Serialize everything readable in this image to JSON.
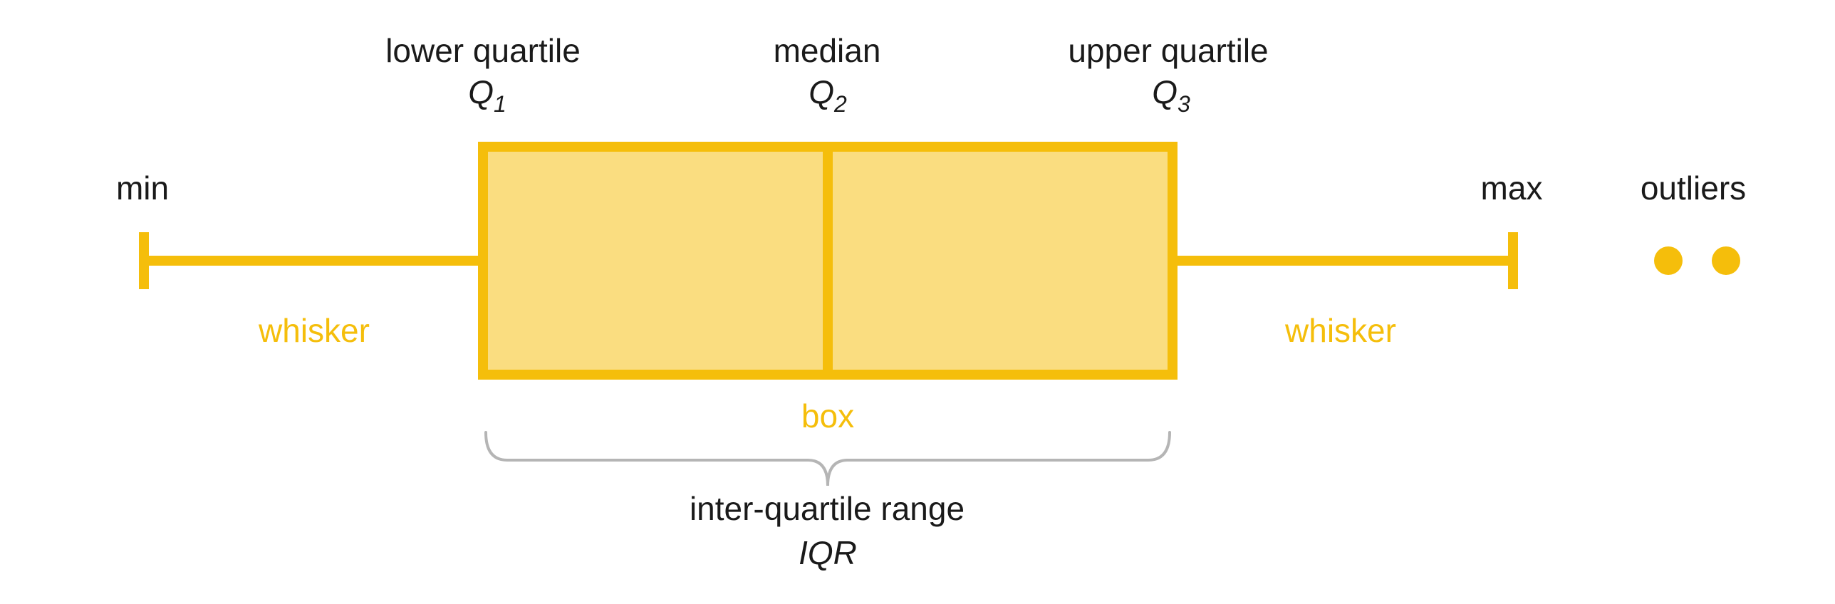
{
  "colors": {
    "accent": "#F5BE0B",
    "box_fill": "#FADD80",
    "text": "#1A1A1A",
    "brace": "#B5B5B5"
  },
  "labels": {
    "lower_quartile": "lower quartile",
    "lower_quartile_symbol": "Q",
    "lower_quartile_sub": "1",
    "median": "median",
    "median_symbol": "Q",
    "median_sub": "2",
    "upper_quartile": "upper quartile",
    "upper_quartile_symbol": "Q",
    "upper_quartile_sub": "3",
    "min": "min",
    "max": "max",
    "outliers": "outliers",
    "whisker_left": "whisker",
    "whisker_right": "whisker",
    "box": "box",
    "iqr": "inter-quartile range",
    "iqr_symbol": "IQR"
  },
  "icons": {
    "outlier_marker": "filled-circle"
  }
}
